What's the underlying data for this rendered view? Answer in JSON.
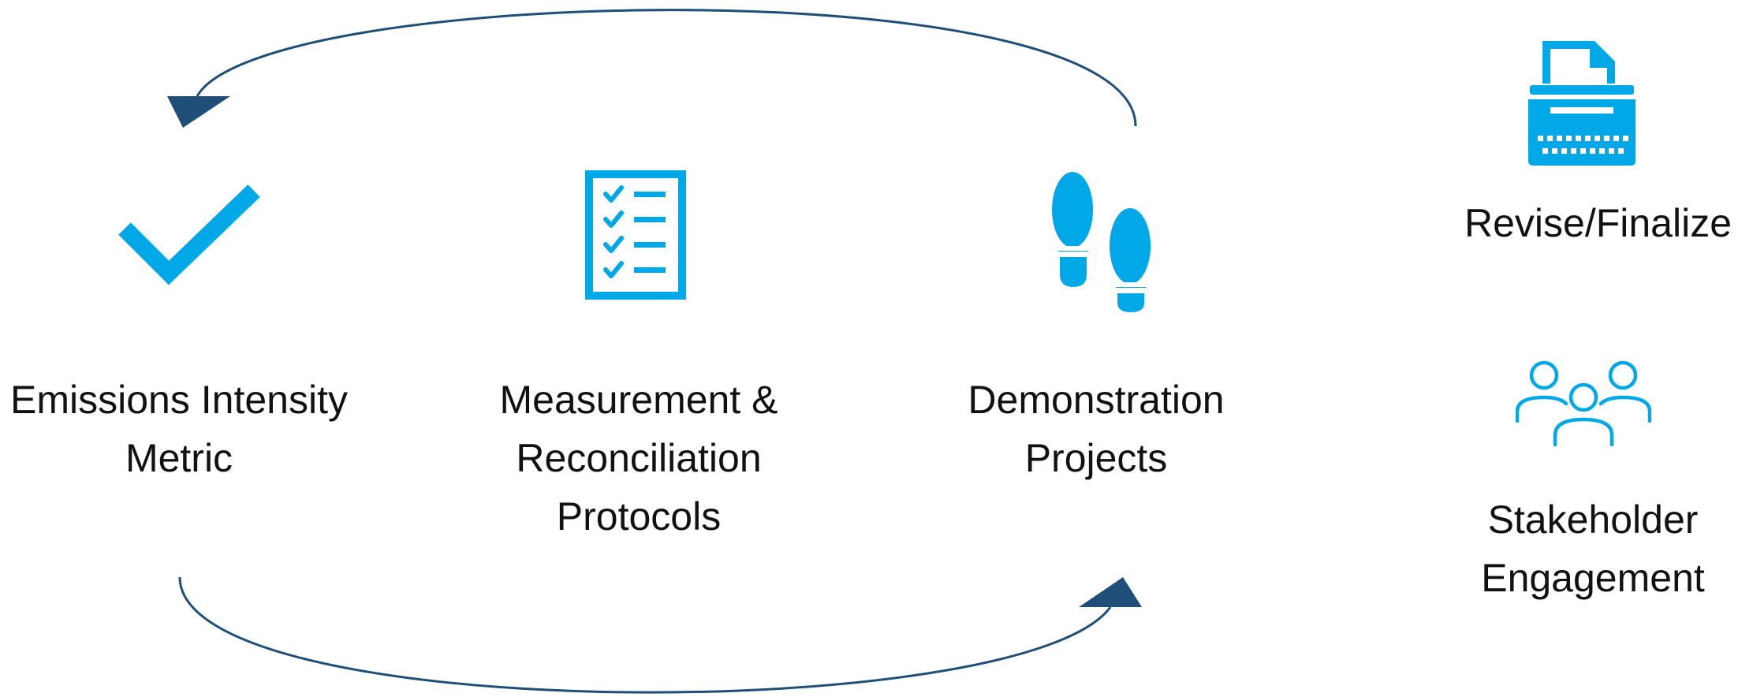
{
  "colors": {
    "icon_blue": "#00a8e8",
    "arrow_navy": "#1f4e79",
    "text": "#111111",
    "background": "#ffffff"
  },
  "steps": [
    {
      "icon": "checkmark-icon",
      "lines": [
        "Emissions Intensity",
        "Metric"
      ]
    },
    {
      "icon": "checklist-icon",
      "lines": [
        "Measurement &",
        "Reconciliation",
        "Protocols"
      ]
    },
    {
      "icon": "footprints-icon",
      "lines": [
        "Demonstration",
        "Projects"
      ]
    }
  ],
  "side_items": [
    {
      "icon": "typewriter-icon",
      "lines": [
        "Revise/Finalize"
      ]
    },
    {
      "icon": "people-group-icon",
      "lines": [
        "Stakeholder",
        "Engagement"
      ]
    }
  ],
  "arrows": [
    {
      "name": "return-arrow",
      "from": "Demonstration Projects",
      "to": "Emissions Intensity Metric"
    },
    {
      "name": "forward-arrow",
      "from": "Emissions Intensity Metric",
      "to": "Demonstration Projects"
    }
  ]
}
